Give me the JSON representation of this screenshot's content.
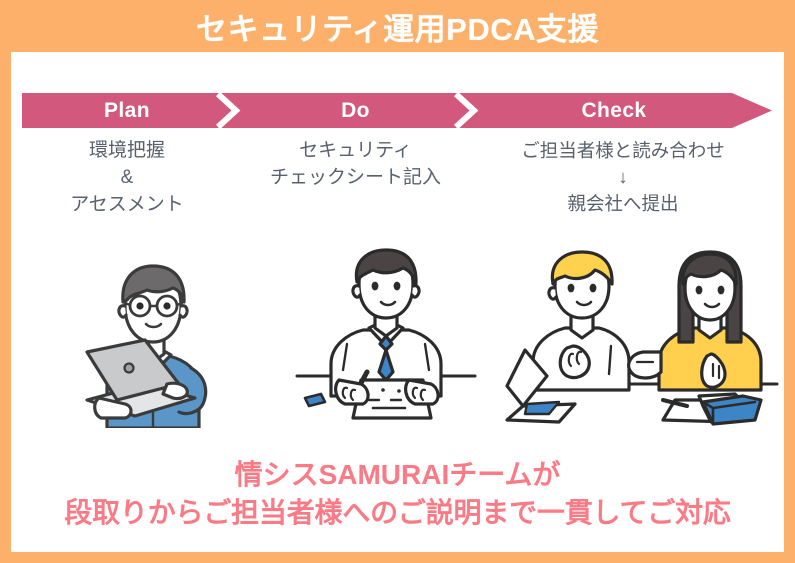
{
  "header": {
    "title": "セキュリティ運用PDCA支援",
    "bg_color": "#fcb06a",
    "text_color": "#ffffff"
  },
  "pdca": {
    "bar_color": "#d2587d",
    "label_color": "#ffffff",
    "phases": [
      {
        "id": "plan",
        "label": "Plan",
        "caption": "環境把握\n&\nアセスメント"
      },
      {
        "id": "do",
        "label": "Do",
        "caption": "セキュリティ\nチェックシート記入"
      },
      {
        "id": "check",
        "label": "Check",
        "caption": "ご担当者様と読み合わせ\n↓\n親会社へ提出"
      }
    ],
    "caption_color": "#59616e"
  },
  "illustrations": [
    {
      "id": "person-with-laptop",
      "alt": "眼鏡をかけた青いシャツの男性がノートパソコンを持っている",
      "colors": {
        "shirt": "#5b96c8",
        "hair": "#6d6a6c",
        "laptop": "#c8cacc",
        "line": "#3b3b3b"
      }
    },
    {
      "id": "person-writing-checksheet",
      "alt": "白いシャツと青いネクタイの男性が机で書類に記入している",
      "colors": {
        "tie": "#3d85c6",
        "shirt": "#ffffff",
        "hair": "#4a4445",
        "line": "#2b2b2b"
      }
    },
    {
      "id": "two-people-meeting",
      "alt": "金髪の男性と黄色いセーターの女性が打ち合わせをしている",
      "colors": {
        "hair_blond": "#ffd24d",
        "sweater": "#ffcf4d",
        "hair_dark": "#4a4445",
        "laptop_screen": "#3d85c6",
        "book": "#3d85c6",
        "line": "#2b2b2b"
      }
    }
  ],
  "message": {
    "line1": "情シスSAMURAIチームが",
    "line2": "段取りからご担当者様へのご説明まで一貫してご対応",
    "color": "#fa7b86"
  }
}
